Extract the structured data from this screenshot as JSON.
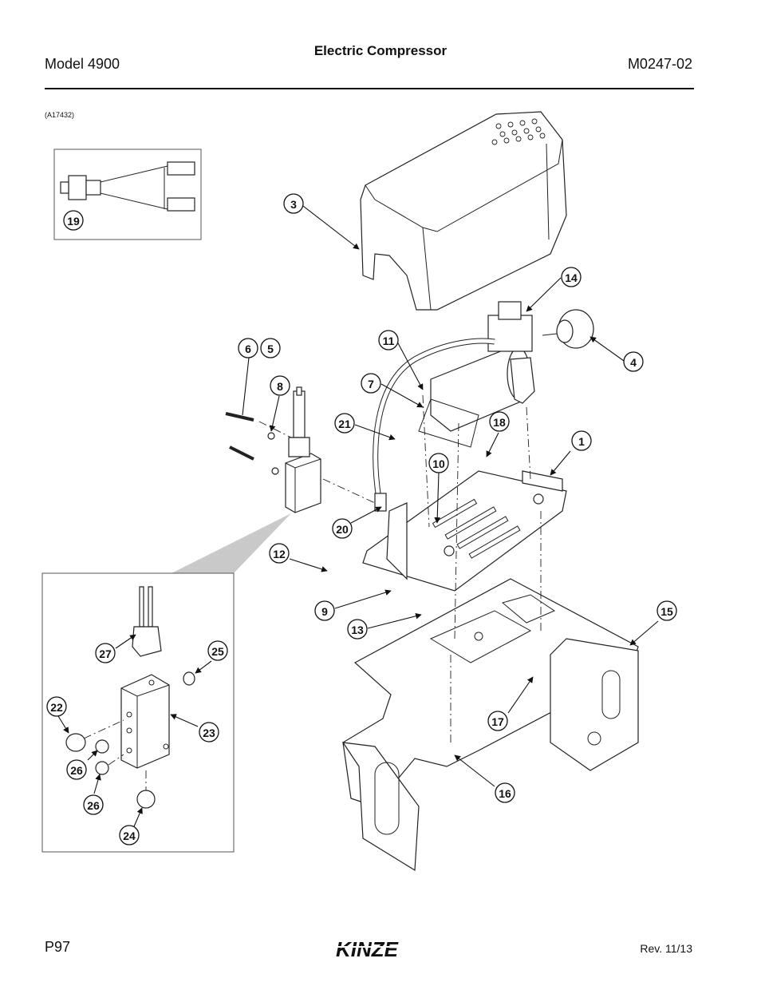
{
  "header": {
    "left": "Model 4900",
    "center": "Electric Compressor",
    "right": "M0247-02"
  },
  "figure_id": "(A17432)",
  "callouts": [
    "19",
    "3",
    "14",
    "4",
    "11",
    "7",
    "6",
    "5",
    "8",
    "21",
    "18",
    "1",
    "10",
    "20",
    "12",
    "9",
    "13",
    "15",
    "17",
    "16",
    "27",
    "25",
    "22",
    "23",
    "26",
    "26",
    "24"
  ],
  "footer": {
    "page": "P97",
    "logo": "KINZE",
    "revision": "Rev. 11/13"
  }
}
